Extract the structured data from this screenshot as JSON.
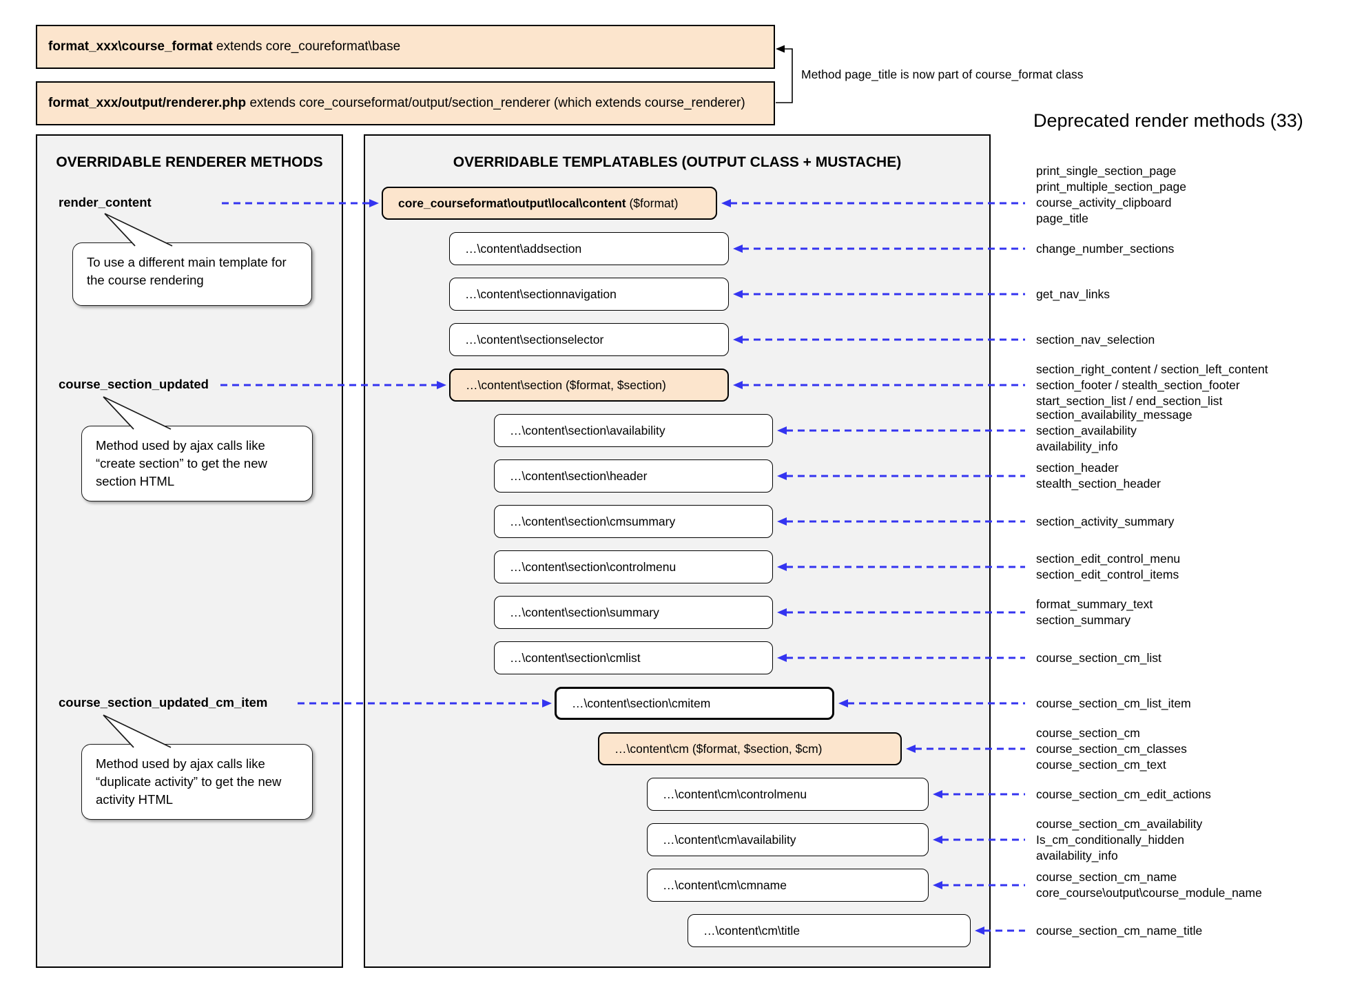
{
  "top": {
    "box1": {
      "bold": "format_xxx\\course_format",
      "rest": " extends core_coureformat\\base"
    },
    "box2": {
      "bold": "format_xxx/output/renderer.php",
      "rest": " extends core_courseformat/output/section_renderer (which extends course_renderer)"
    },
    "note": "Method page_title is now part of course_format class"
  },
  "deprecated_title": "Deprecated render methods (33)",
  "left": {
    "title": "OVERRIDABLE RENDERER METHODS",
    "methods": [
      {
        "label": "render_content",
        "note": "To use a different main template for the course rendering"
      },
      {
        "label": "course_section_updated",
        "note": "Method used by ajax calls like “create section” to get the new section HTML"
      },
      {
        "label": "course_section_updated_cm_item",
        "note": "Method used by ajax calls like “duplicate activity” to get the new activity HTML"
      }
    ]
  },
  "middle": {
    "title": "OVERRIDABLE TEMPLATABLES (OUTPUT CLASS + MUSTACHE)",
    "boxes": [
      {
        "bold": "core_courseformat\\output\\local\\content",
        "rest": " ($format)"
      },
      {
        "label": "…\\content\\addsection"
      },
      {
        "label": "…\\content\\sectionnavigation"
      },
      {
        "label": "…\\content\\sectionselector"
      },
      {
        "label": "…\\content\\section ($format, $section)"
      },
      {
        "label": "…\\content\\section\\availability"
      },
      {
        "label": "…\\content\\section\\header"
      },
      {
        "label": "…\\content\\section\\cmsummary"
      },
      {
        "label": "…\\content\\section\\controlmenu"
      },
      {
        "label": "…\\content\\section\\summary"
      },
      {
        "label": "…\\content\\section\\cmlist"
      },
      {
        "label": "…\\content\\section\\cmitem"
      },
      {
        "label": "…\\content\\cm ($format, $section, $cm)"
      },
      {
        "label": "…\\content\\cm\\controlmenu"
      },
      {
        "label": "…\\content\\cm\\availability"
      },
      {
        "label": "…\\content\\cm\\cmname"
      },
      {
        "label": "…\\content\\cm\\title"
      }
    ]
  },
  "right": {
    "groups": [
      {
        "lines": [
          "print_single_section_page",
          "print_multiple_section_page",
          "course_activity_clipboard",
          "page_title"
        ]
      },
      {
        "lines": [
          "change_number_sections"
        ]
      },
      {
        "lines": [
          "get_nav_links"
        ]
      },
      {
        "lines": [
          "section_nav_selection"
        ]
      },
      {
        "lines": [
          "section_right_content / section_left_content",
          "section_footer / stealth_section_footer",
          "start_section_list / end_section_list"
        ]
      },
      {
        "lines": [
          "section_availability_message",
          "section_availability",
          "availability_info"
        ]
      },
      {
        "lines": [
          "section_header",
          "stealth_section_header"
        ]
      },
      {
        "lines": [
          "section_activity_summary"
        ]
      },
      {
        "lines": [
          "section_edit_control_menu",
          "section_edit_control_items"
        ]
      },
      {
        "lines": [
          "format_summary_text",
          "section_summary"
        ]
      },
      {
        "lines": [
          "course_section_cm_list"
        ]
      },
      {
        "lines": [
          "course_section_cm_list_item"
        ]
      },
      {
        "lines": [
          "course_section_cm",
          "course_section_cm_classes",
          "course_section_cm_text"
        ]
      },
      {
        "lines": [
          "course_section_cm_edit_actions"
        ]
      },
      {
        "lines": [
          "course_section_cm_availability",
          "Is_cm_conditionally_hidden",
          "availability_info"
        ]
      },
      {
        "lines": [
          "course_section_cm_name",
          "core_course\\output\\course_module_name"
        ]
      },
      {
        "lines": [
          "course_section_cm_name_title"
        ]
      }
    ]
  },
  "colors": {
    "accent_orange": "#fce5cd",
    "arrow_blue": "#3434f0",
    "panel_gray": "#f2f2f2"
  }
}
